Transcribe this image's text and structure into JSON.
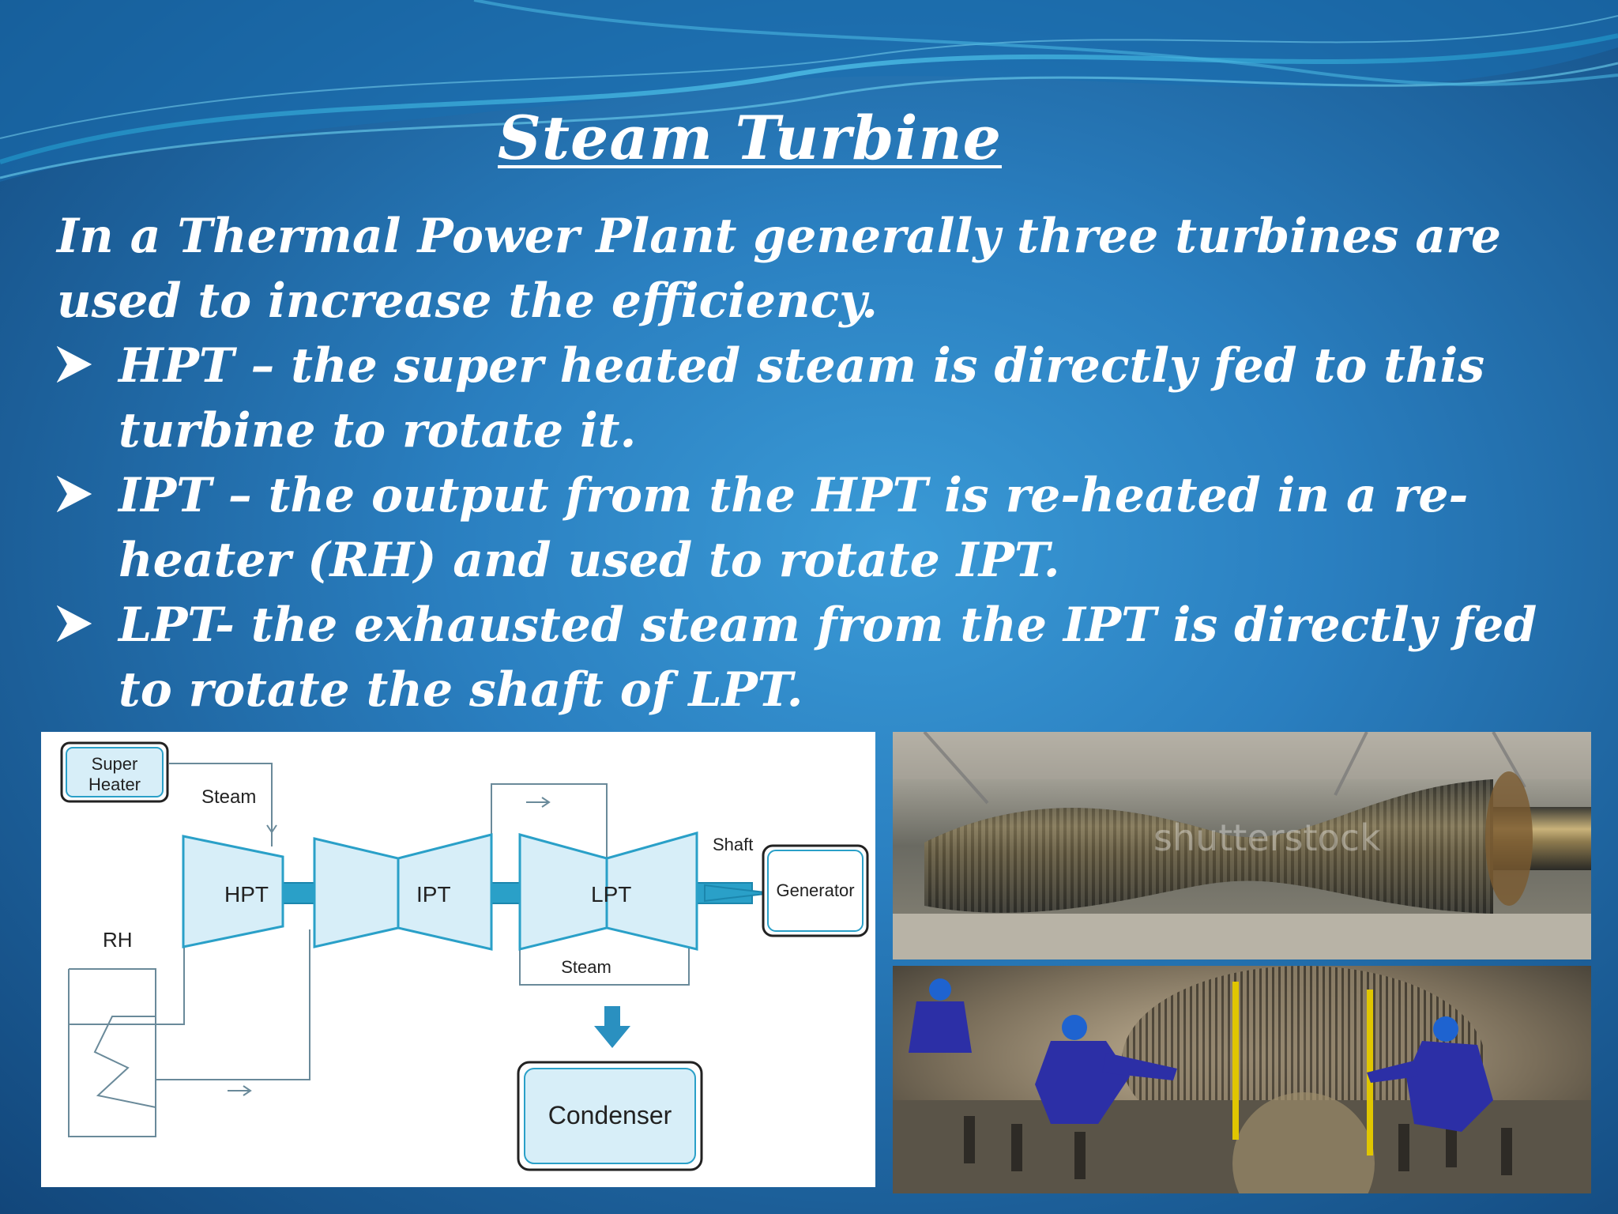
{
  "slide": {
    "title": "Steam Turbine",
    "intro": "In a Thermal Power Plant generally  three turbines are used to  increase the efficiency.",
    "bullets": [
      {
        "text": "HPT – the super heated steam is directly fed to this turbine to rotate it."
      },
      {
        "text": "IPT – the output from the HPT is re-heated in a re-heater (RH) and used to rotate IPT."
      },
      {
        "text": "LPT- the exhausted steam from the IPT is directly fed to rotate the shaft of LPT."
      }
    ]
  },
  "diagram": {
    "super_heater_line1": "Super",
    "super_heater_line2": "Heater",
    "steam_top": "Steam",
    "hpt": "HPT",
    "ipt": "IPT",
    "lpt": "LPT",
    "shaft": "Shaft",
    "generator": "Generator",
    "rh": "RH",
    "steam_bottom": "Steam",
    "condenser": "Condenser",
    "accent_color": "#2aa0c8",
    "box_color": "#d7eef8"
  },
  "photos": {
    "rotor_watermark": "shutterstock"
  }
}
